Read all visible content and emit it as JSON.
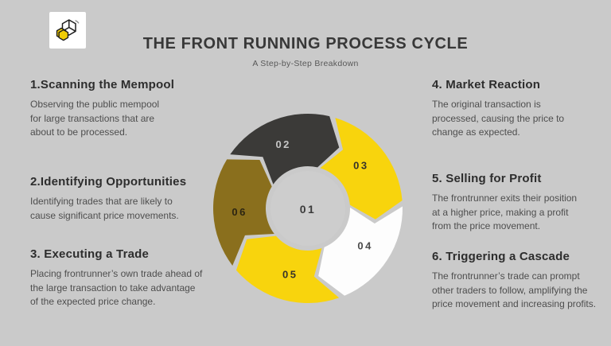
{
  "header": {
    "title": "THE FRONT RUNNING PROCESS CYCLE",
    "subtitle": "A Step-by-Step Breakdown"
  },
  "logo": {
    "icon": "hexagon-cube-logo"
  },
  "steps": [
    {
      "heading": "1.Scanning the Mempool",
      "body": "Observing the public mempool\nfor large transactions that are\nabout to be processed."
    },
    {
      "heading": "2.Identifying Opportunities",
      "body": "Identifying trades that are likely to\ncause significant price movements."
    },
    {
      "heading": "3. Executing a Trade",
      "body": "Placing frontrunner’s own trade ahead of\nthe large transaction to take advantage\nof the expected price change."
    },
    {
      "heading": "4. Market Reaction",
      "body": "The original transaction is\nprocessed, causing the price to\nchange as expected."
    },
    {
      "heading": "5. Selling for Profit",
      "body": "The frontrunner exits their position\nat a higher price, making a profit\nfrom the price movement."
    },
    {
      "heading": "6. Triggering a Cascade",
      "body": "The frontrunner’s trade can prompt\nother traders to follow, amplifying the\nprice movement and increasing profits."
    }
  ],
  "wheel": {
    "center": {
      "label": "01",
      "fill": "#cdcdcd",
      "label_color": "#3b3b3b"
    },
    "segments": [
      {
        "label": "02",
        "color": "#3b3a38",
        "label_color": "#c7c7c7",
        "start": 303,
        "end": 375
      },
      {
        "label": "03",
        "color": "#f8d40d",
        "label_color": "#37332a",
        "start": 15,
        "end": 87
      },
      {
        "label": "04",
        "color": "#fdfdfd",
        "label_color": "#4b4b4b",
        "start": 87,
        "end": 159
      },
      {
        "label": "05",
        "color": "#f8d40d",
        "label_color": "#37332a",
        "start": 159,
        "end": 231
      },
      {
        "label": "06",
        "color": "#8a6f1d",
        "label_color": "#2c2512",
        "start": 231,
        "end": 303
      }
    ]
  }
}
